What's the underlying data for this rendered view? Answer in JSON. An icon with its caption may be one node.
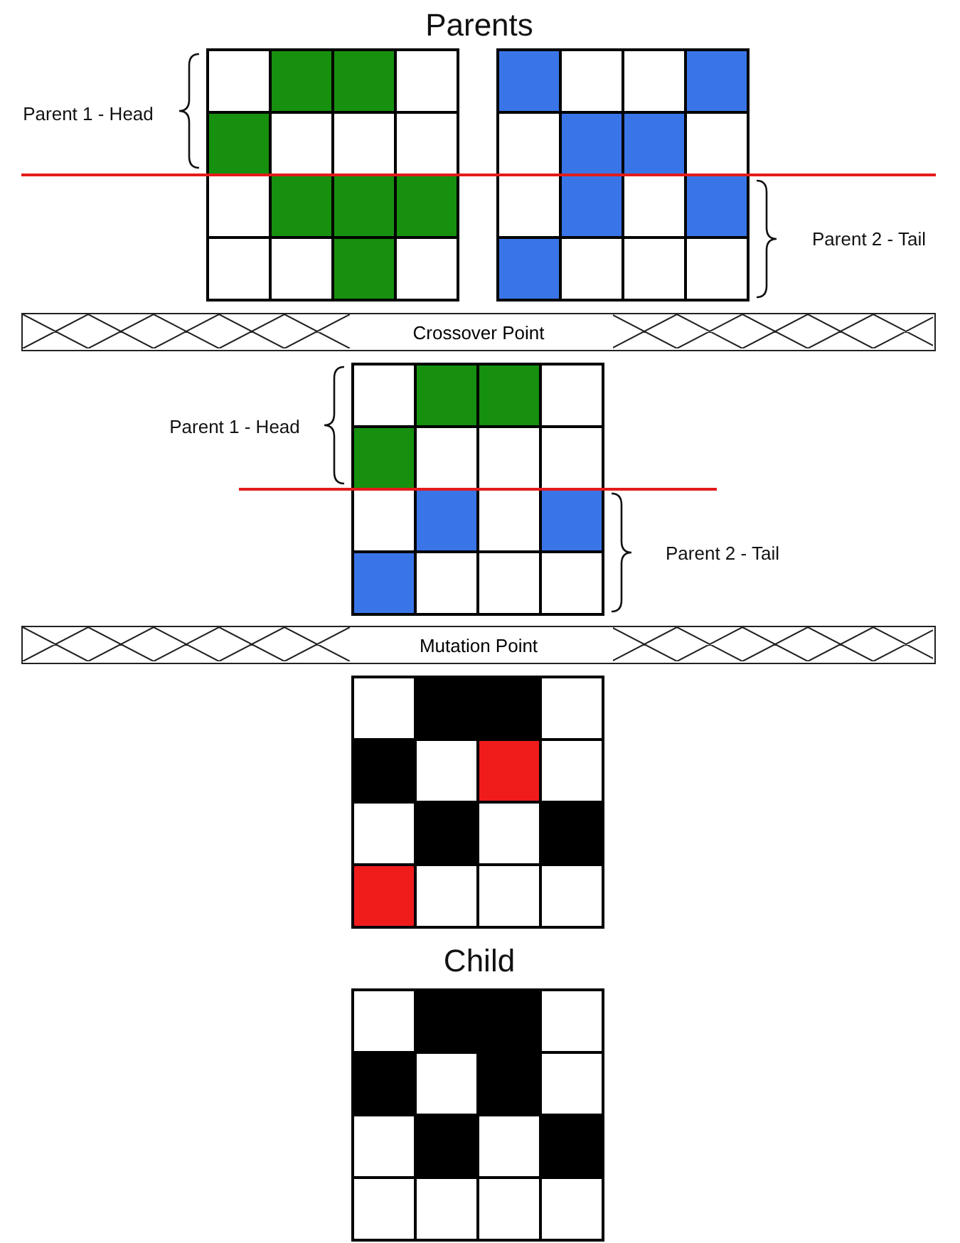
{
  "diagram": {
    "nodes": [
      {
        "text": [
          "Crossover Point"
        ]
      },
      {
        "text": [
          "Mutation Point"
        ]
      }
    ],
    "labels": [
      "Parents",
      "Parent 1 - Head",
      "Parent 2 - Tail",
      "Parent 1 - Head",
      "Parent 2 - Tail",
      "Child"
    ]
  }
}
